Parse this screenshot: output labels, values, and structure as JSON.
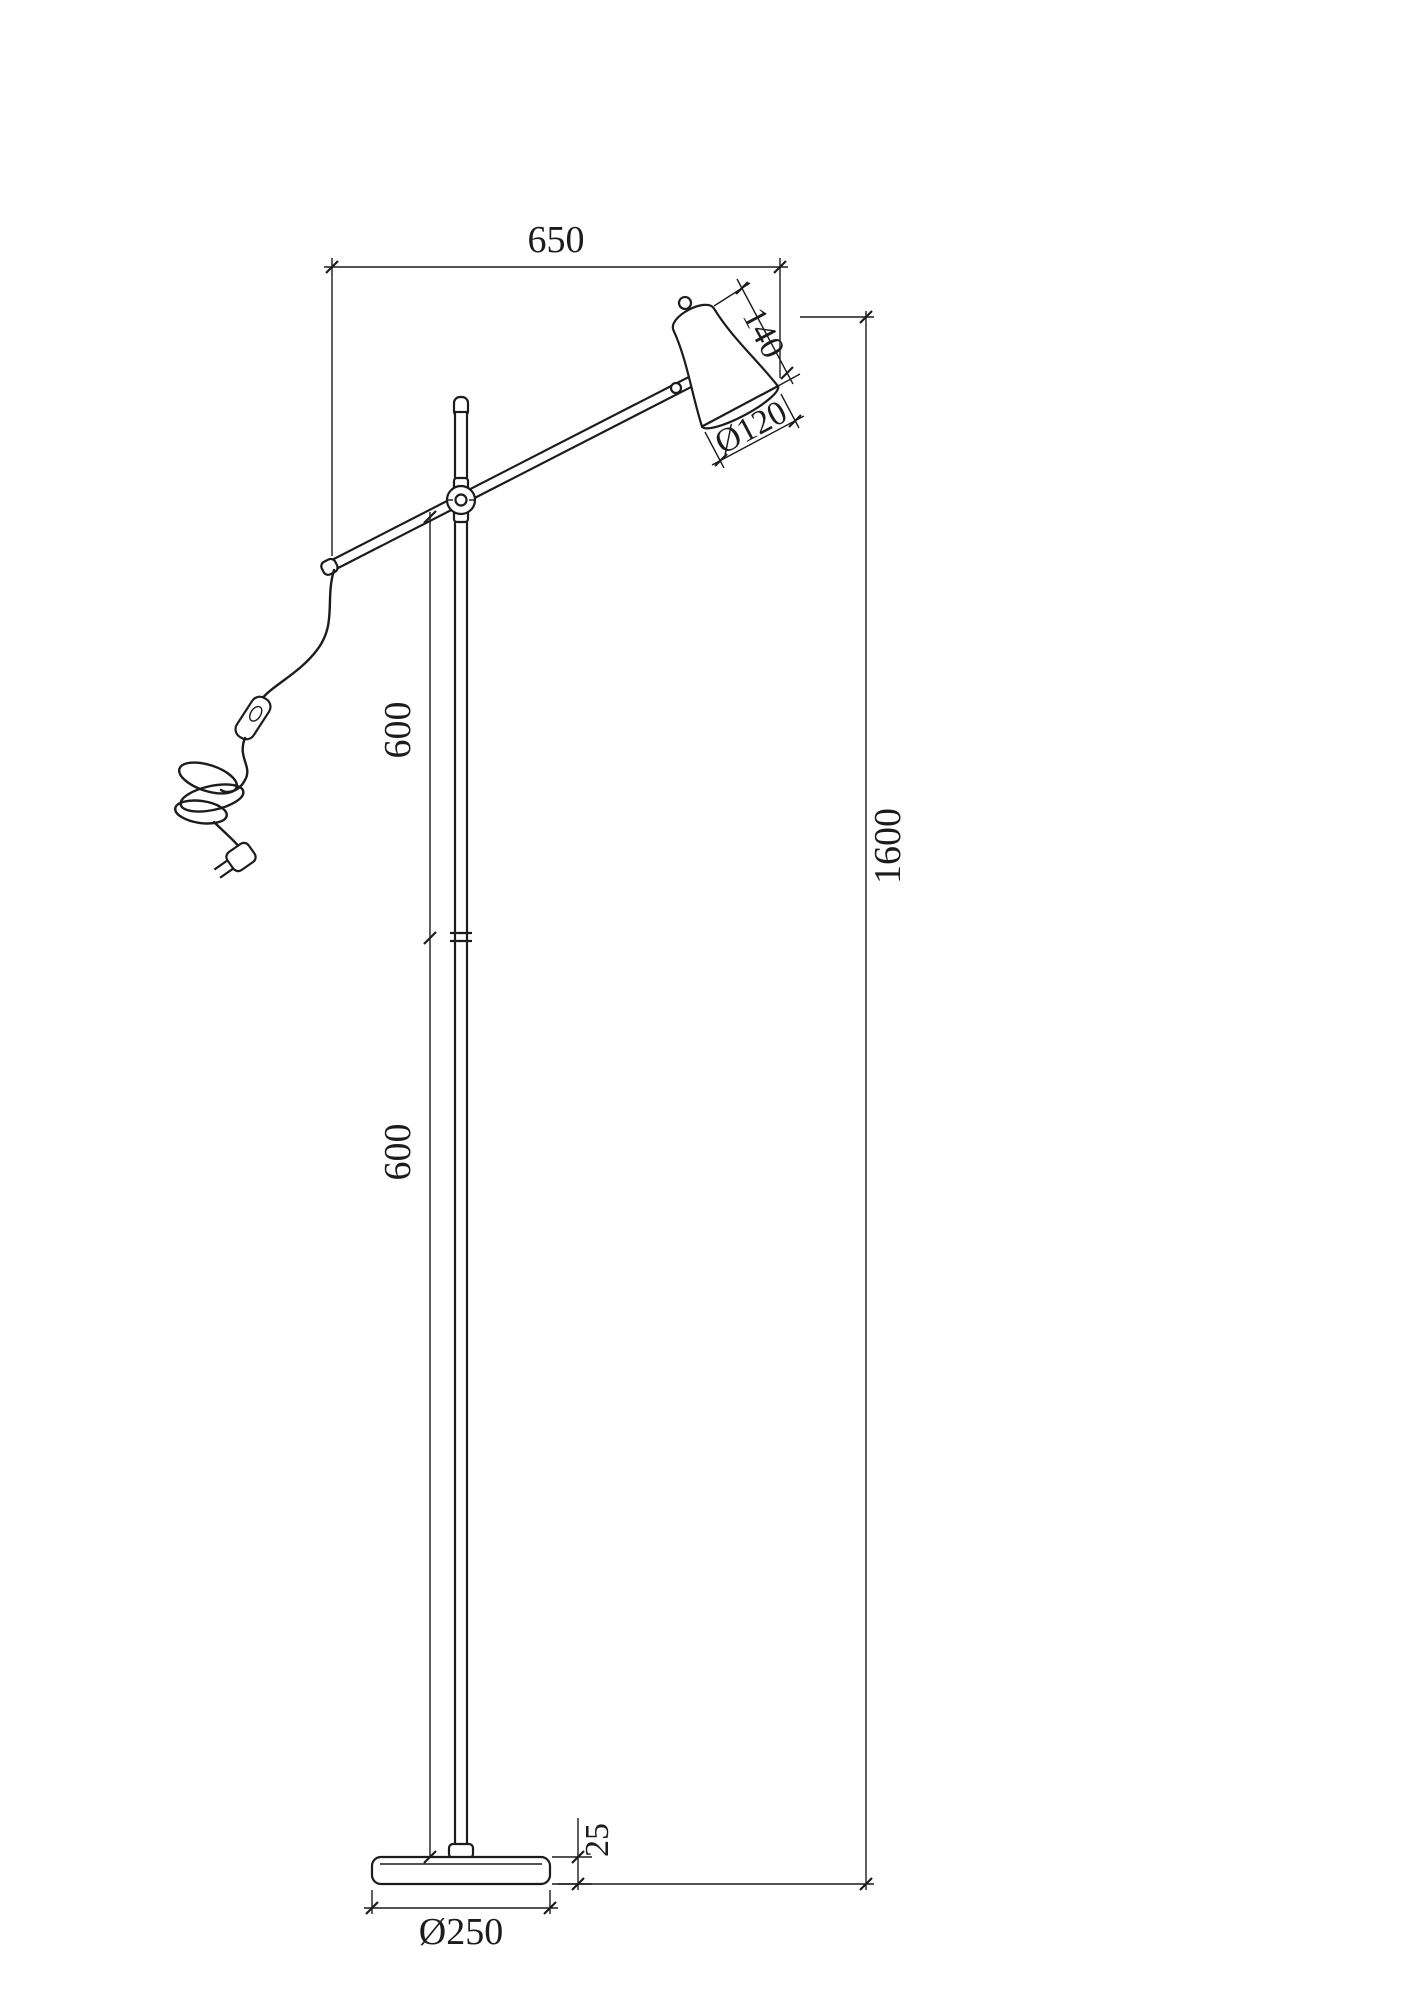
{
  "drawing": {
    "ink_color": "#1c1c1c",
    "background_color": "#ffffff",
    "dimensions": {
      "arm_reach": "650",
      "shade_height": "140",
      "shade_diameter": "Ø120",
      "upper_pole": "600",
      "lower_pole": "600",
      "overall_height": "1600",
      "base_thickness": "25",
      "base_diameter": "Ø250"
    }
  }
}
